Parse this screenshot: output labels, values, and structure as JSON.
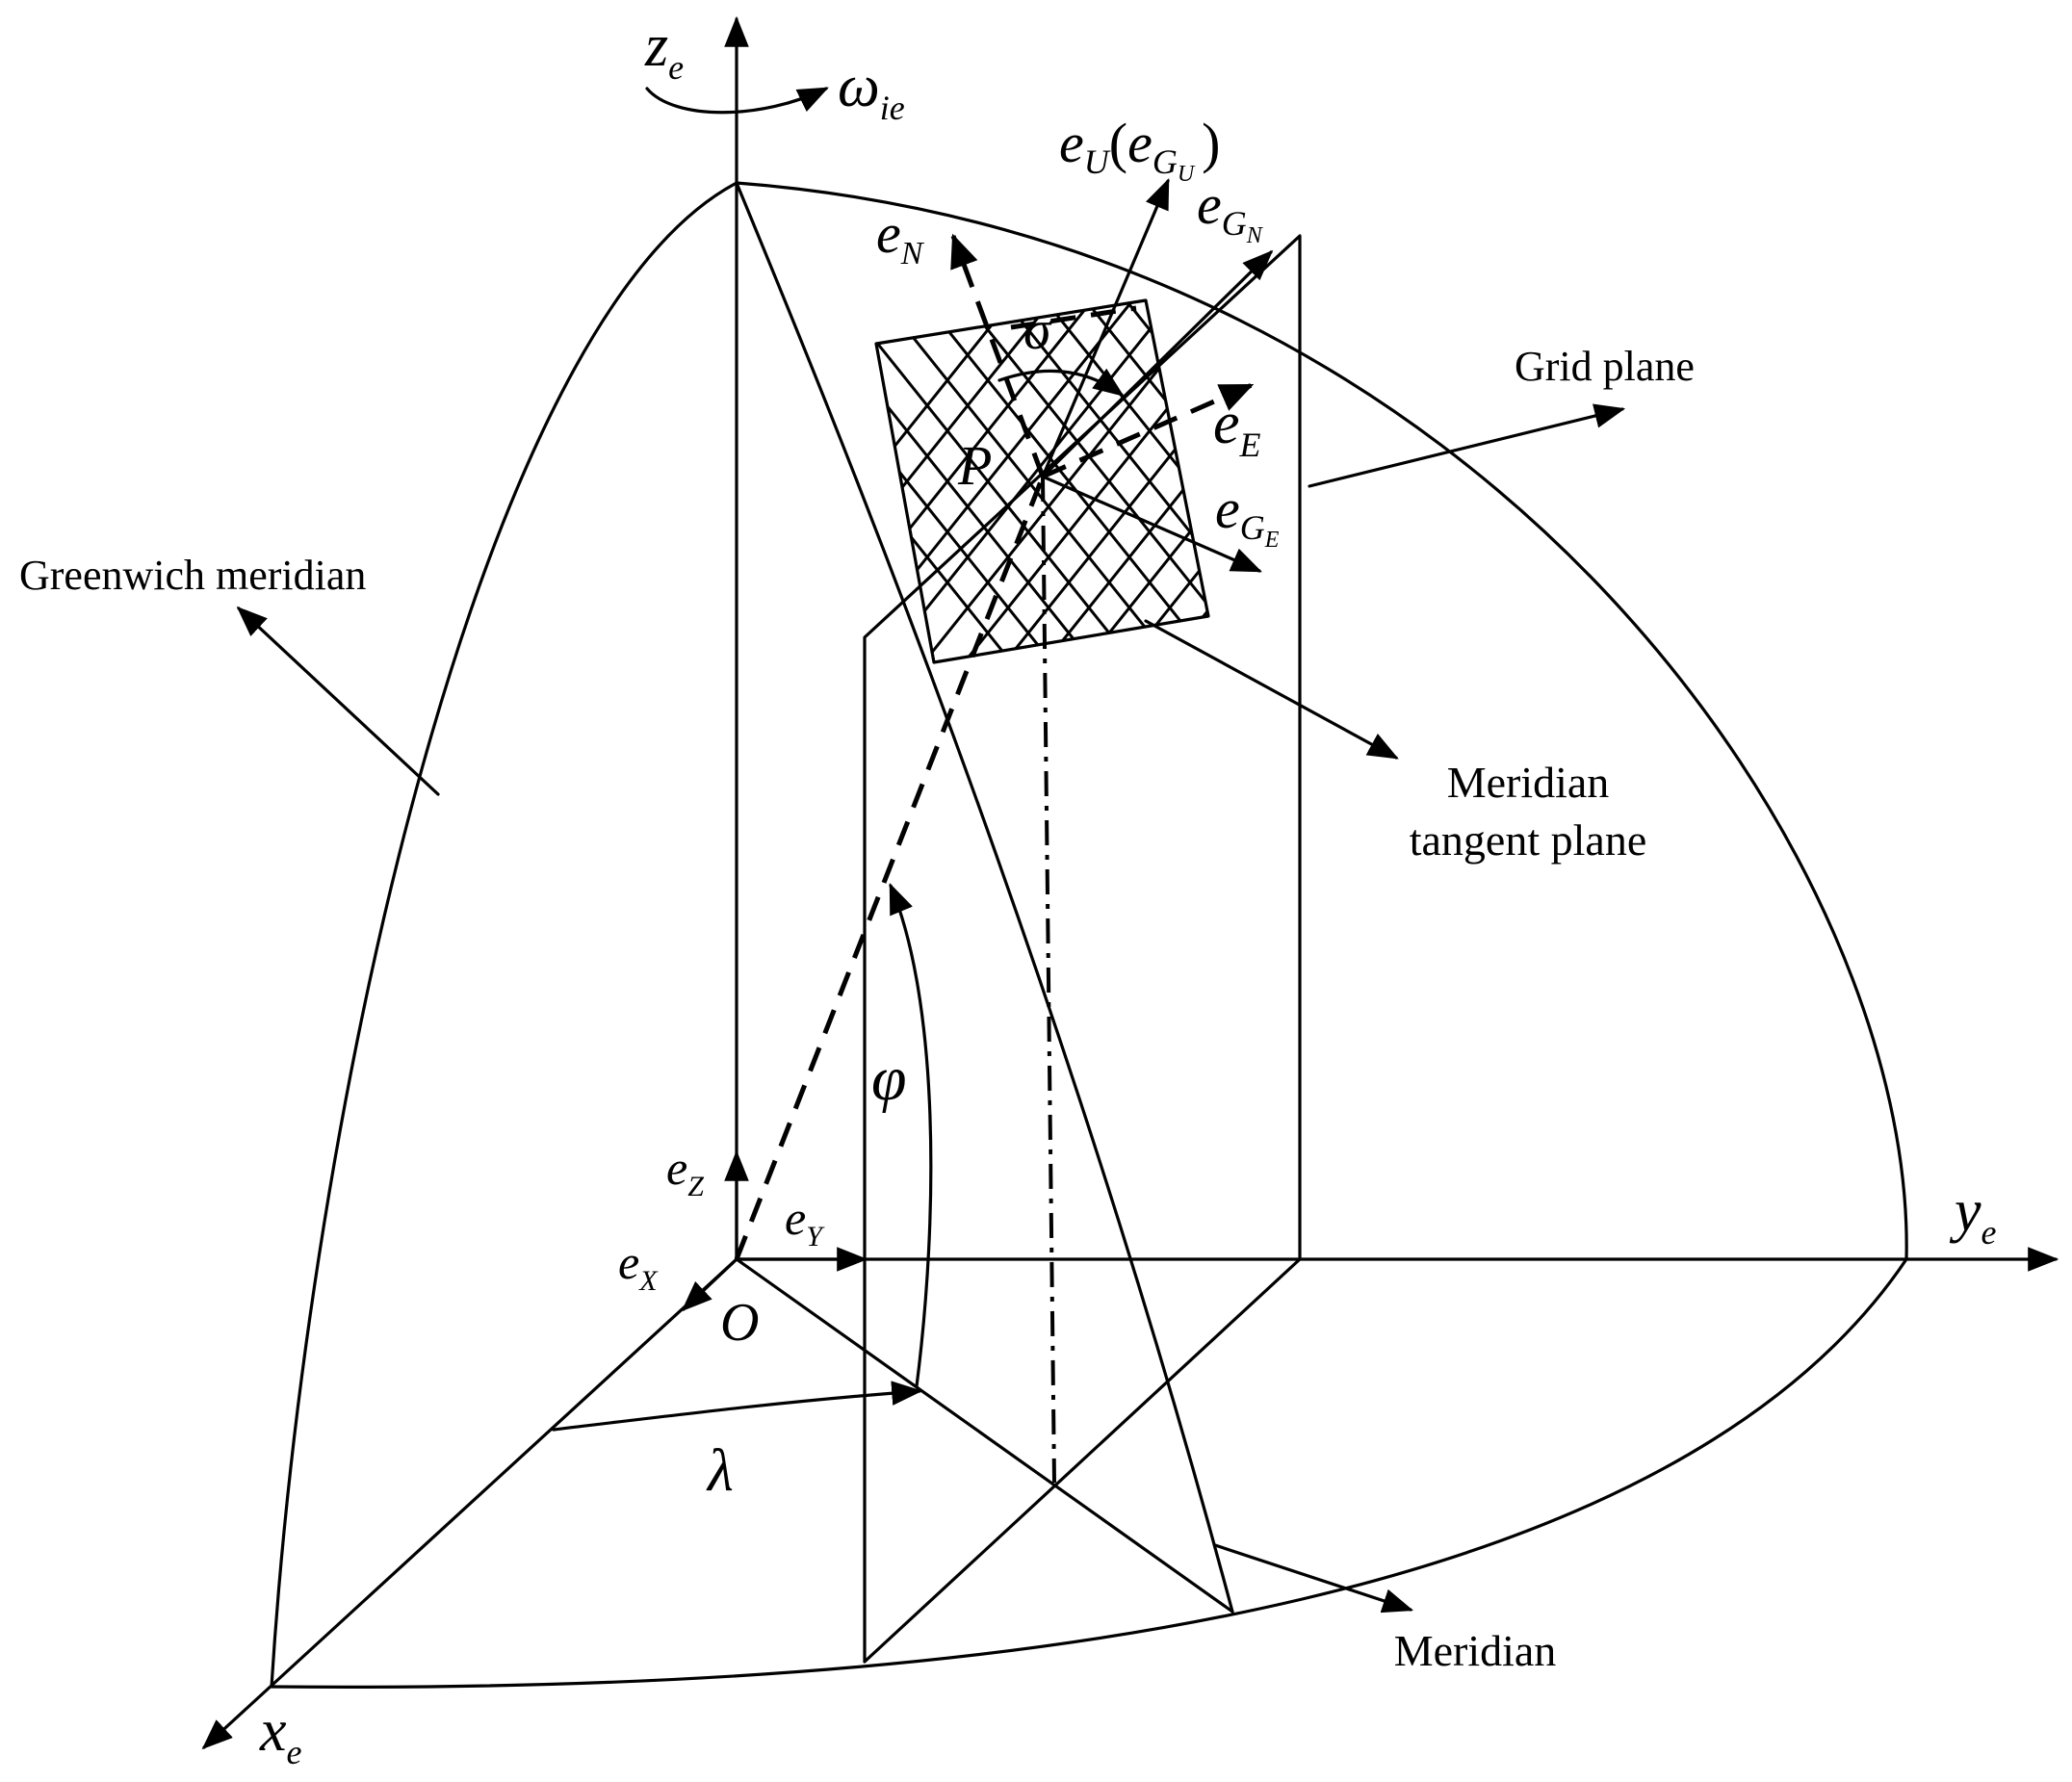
{
  "labels": {
    "grid_plane": "Grid plane",
    "greenwich_meridian": "Greenwich meridian",
    "meridian_tangent_plane_line1": "Meridian",
    "meridian_tangent_plane_line2": "tangent plane",
    "meridian": "Meridian"
  },
  "symbols": {
    "z_axis": "z",
    "z_axis_sub": "e",
    "y_axis": "y",
    "y_axis_sub": "e",
    "x_axis": "x",
    "x_axis_sub": "e",
    "omega": "ω",
    "omega_sub": "ie",
    "eU_base": "e",
    "eU_sub": "U",
    "eU_paren_open": "(",
    "eU_inner": "e",
    "eU_inner_sub": "G",
    "eU_inner_subsub": "U",
    "eU_paren_close": ")",
    "eGN_base": "e",
    "eGN_sub": "G",
    "eGN_subsub": "N",
    "eN_base": "e",
    "eN_sub": "N",
    "sigma": "σ",
    "eE_base": "e",
    "eE_sub": "E",
    "point_P": "P",
    "eGE_base": "e",
    "eGE_sub": "G",
    "eGE_subsub": "E",
    "phi": "φ",
    "lambda": "λ",
    "eZ_base": "e",
    "eZ_sub": "Z",
    "eY_base": "e",
    "eY_sub": "Y",
    "eX_base": "e",
    "eX_sub": "X",
    "origin": "O"
  }
}
